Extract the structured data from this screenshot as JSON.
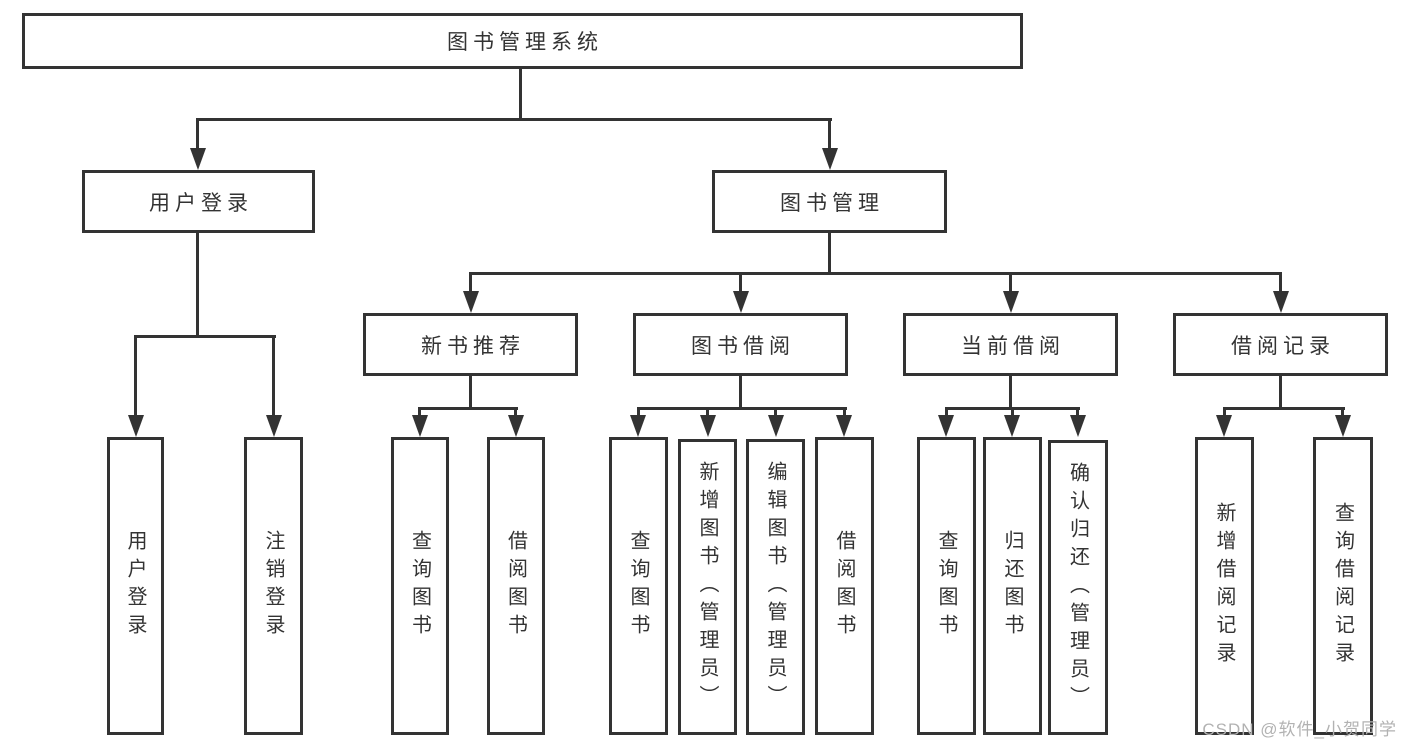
{
  "diagram": {
    "title": "图书管理系统",
    "root": "图书管理系统",
    "level2": [
      "用户登录",
      "图书管理"
    ],
    "level3": [
      "新书推荐",
      "图书借阅",
      "当前借阅",
      "借阅记录"
    ],
    "leaves": [
      "用户登录",
      "注销登录",
      "查询图书",
      "借阅图书",
      "查询图书",
      "新增图书（管理员）",
      "编辑图书（管理员）",
      "借阅图书",
      "查询图书",
      "归还图书",
      "确认归还（管理员）",
      "新增借阅记录",
      "查询借阅记录"
    ]
  },
  "watermark": "CSDN @软件_小贺同学",
  "colors": {
    "line": "#333333",
    "text": "#333333",
    "background": "#ffffff",
    "watermark": "#b2b2b2"
  }
}
